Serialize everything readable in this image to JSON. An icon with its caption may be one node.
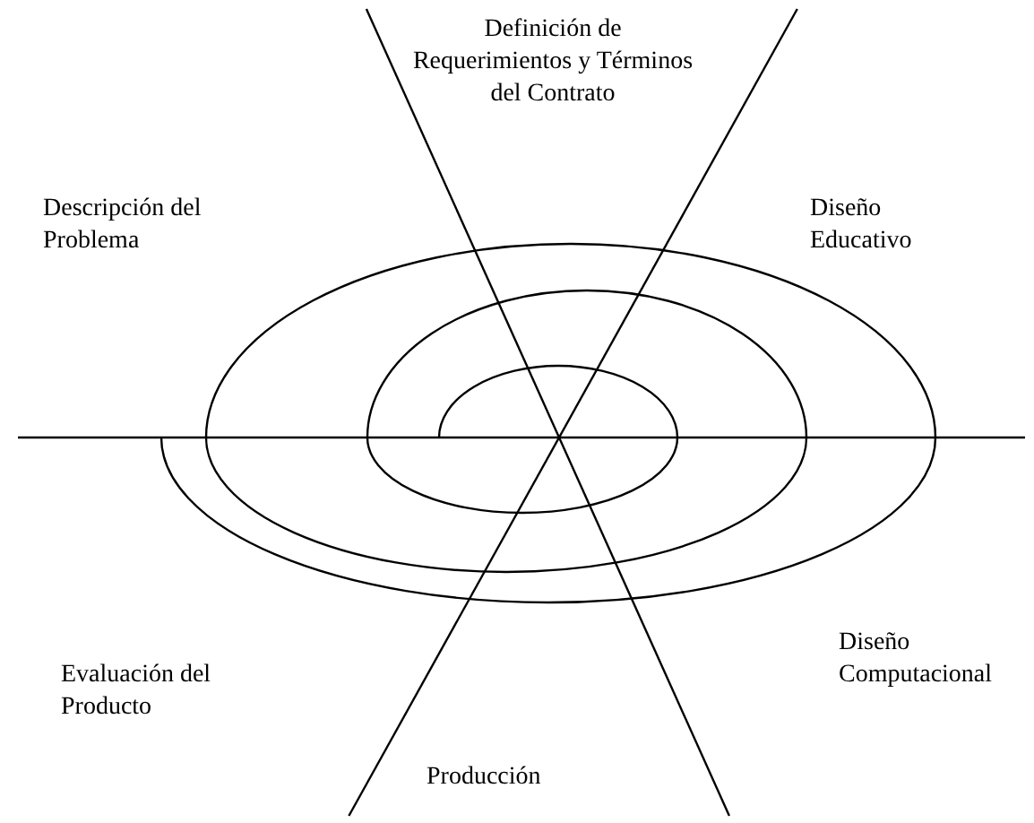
{
  "diagram": {
    "labels": [
      "Definición de Requerimientos y Términos del Contrato",
      "Descripción del Problema",
      "Diseño Educativo",
      "Evaluación del Producto",
      "Diseño Computacional",
      "Producción"
    ]
  }
}
